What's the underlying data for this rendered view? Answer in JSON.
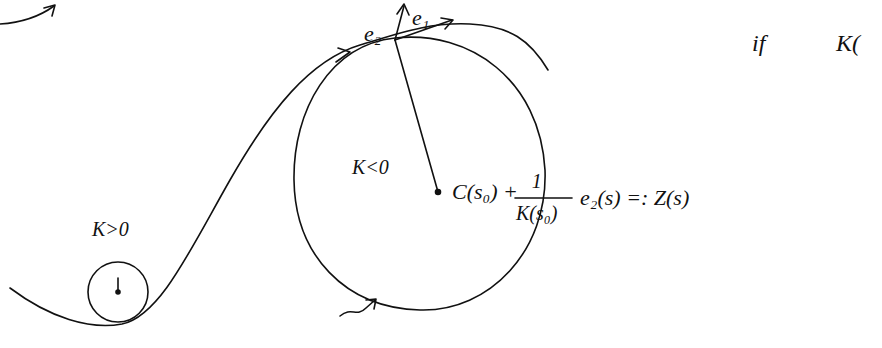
{
  "diagram": {
    "labels": [
      "e₁",
      "e₂",
      "if",
      "K(",
      "K>0",
      "K<0",
      "C(s₀) +",
      "1",
      "K(s₀)",
      "e₂(s) =: Z(s)"
    ]
  }
}
